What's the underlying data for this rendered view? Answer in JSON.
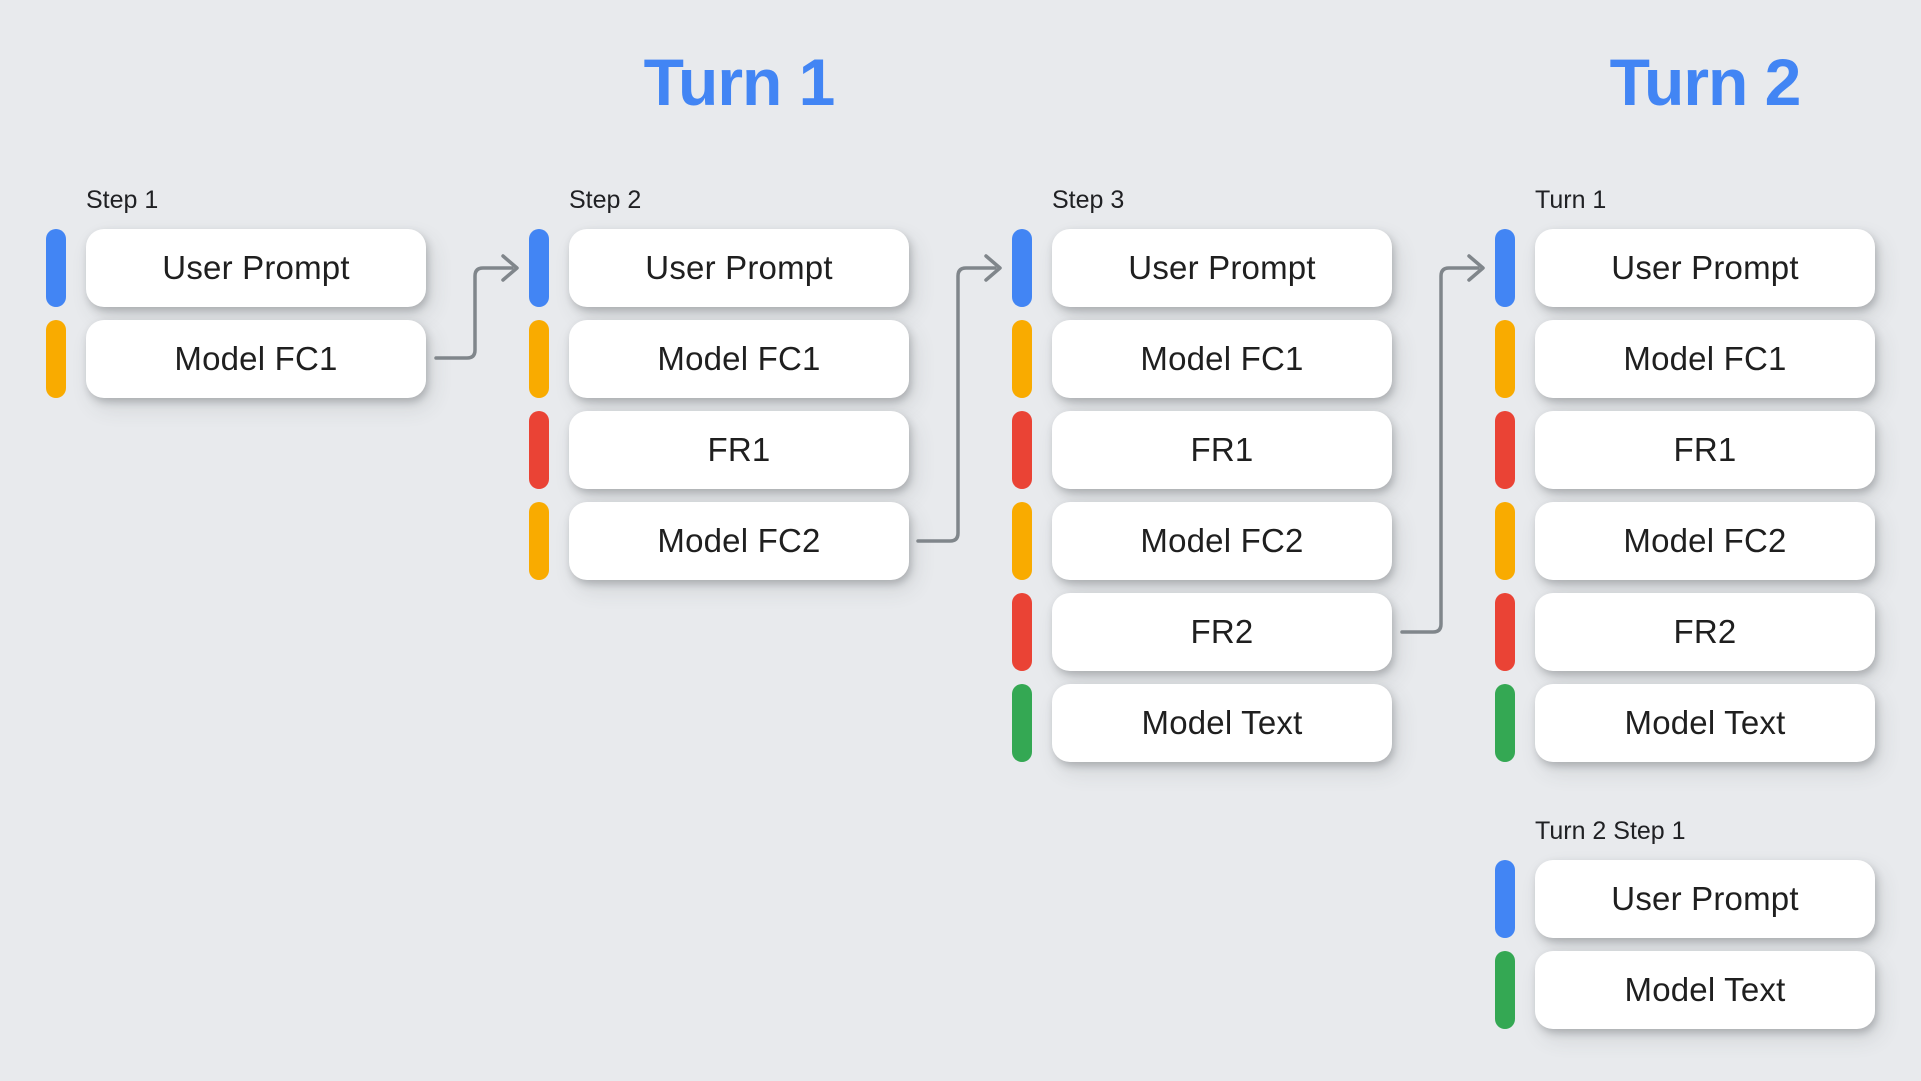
{
  "headers": {
    "turn1": "Turn 1",
    "turn2": "Turn 2"
  },
  "colors": {
    "background": "#e8eaed",
    "header_blue": "#4285f4",
    "user_prompt_blue": "#4285f4",
    "model_fc_yellow": "#f9ab00",
    "function_response_red": "#ea4335",
    "model_text_green": "#34a853",
    "arrow_gray": "#80868b",
    "box_text": "#1f1f1f",
    "label_text": "#202124"
  },
  "columns": [
    {
      "label": "Step 1",
      "rows": [
        {
          "text": "User Prompt",
          "color": "#4285f4"
        },
        {
          "text": "Model FC1",
          "color": "#f9ab00"
        }
      ]
    },
    {
      "label": "Step 2",
      "rows": [
        {
          "text": "User Prompt",
          "color": "#4285f4"
        },
        {
          "text": "Model FC1",
          "color": "#f9ab00"
        },
        {
          "text": "FR1",
          "color": "#ea4335"
        },
        {
          "text": "Model FC2",
          "color": "#f9ab00"
        }
      ]
    },
    {
      "label": "Step 3",
      "rows": [
        {
          "text": "User Prompt",
          "color": "#4285f4"
        },
        {
          "text": "Model FC1",
          "color": "#f9ab00"
        },
        {
          "text": "FR1",
          "color": "#ea4335"
        },
        {
          "text": "Model FC2",
          "color": "#f9ab00"
        },
        {
          "text": "FR2",
          "color": "#ea4335"
        },
        {
          "text": "Model Text",
          "color": "#34a853"
        }
      ]
    },
    {
      "label": "Turn 1",
      "rows": [
        {
          "text": "User Prompt",
          "color": "#4285f4"
        },
        {
          "text": "Model FC1",
          "color": "#f9ab00"
        },
        {
          "text": "FR1",
          "color": "#ea4335"
        },
        {
          "text": "Model FC2",
          "color": "#f9ab00"
        },
        {
          "text": "FR2",
          "color": "#ea4335"
        },
        {
          "text": "Model Text",
          "color": "#34a853"
        }
      ]
    },
    {
      "label": "Turn 2 Step 1",
      "rows": [
        {
          "text": "User Prompt",
          "color": "#4285f4"
        },
        {
          "text": "Model Text",
          "color": "#34a853"
        }
      ]
    }
  ]
}
